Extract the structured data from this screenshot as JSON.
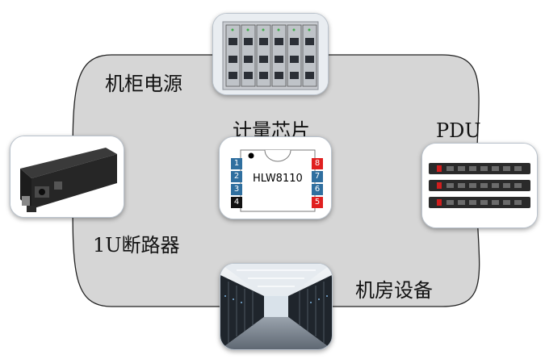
{
  "labels": {
    "cabinet_power": "机柜电源",
    "metering_chip": "计量芯片",
    "pdu": "PDU",
    "breaker": "1U断路器",
    "machine_room": "机房设备"
  },
  "chip": {
    "name": "HLW8110",
    "left_pins": [
      "1",
      "2",
      "3",
      "4"
    ],
    "right_pins": [
      "8",
      "7",
      "6",
      "5"
    ]
  },
  "colors": {
    "loop_fill": "#d6d6d6",
    "pin_blue": "#2f6f9f",
    "pin_red": "#e02020",
    "pin_black": "#111111"
  }
}
